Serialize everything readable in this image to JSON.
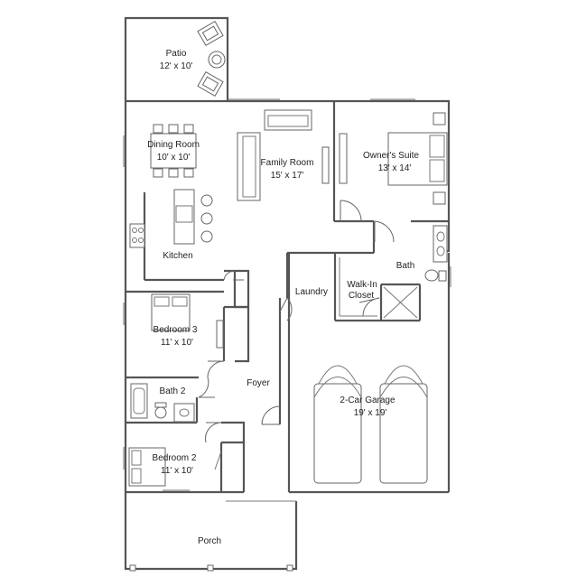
{
  "rooms": {
    "patio": {
      "name": "Patio",
      "dim": "12' x 10'"
    },
    "dining": {
      "name": "Dining Room",
      "dim": "10' x 10'"
    },
    "family": {
      "name": "Family Room",
      "dim": "15' x 17'"
    },
    "owners": {
      "name": "Owner's Suite",
      "dim": "13' x 14'"
    },
    "kitchen": {
      "name": "Kitchen"
    },
    "bath": {
      "name": "Bath"
    },
    "laundry": {
      "name": "Laundry"
    },
    "walkin": {
      "name": "Walk-In",
      "name2": "Closet"
    },
    "bedroom3": {
      "name": "Bedroom 3",
      "dim": "11' x 10'"
    },
    "foyer": {
      "name": "Foyer"
    },
    "bath2": {
      "name": "Bath 2"
    },
    "garage": {
      "name": "2-Car Garage",
      "dim": "19' x 19'"
    },
    "bedroom2": {
      "name": "Bedroom 2",
      "dim": "11' x 10'"
    },
    "porch": {
      "name": "Porch"
    }
  },
  "colors": {
    "wall": "#555555",
    "fixture": "#666666",
    "background": "#ffffff"
  }
}
